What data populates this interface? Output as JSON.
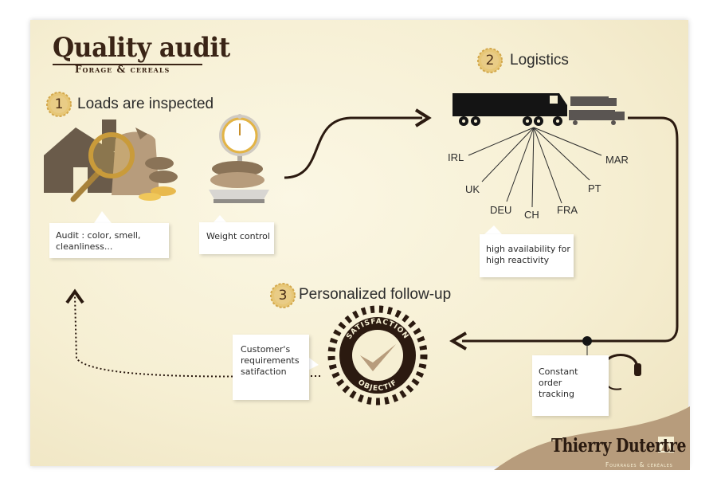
{
  "header": {
    "title": "Quality audit",
    "subtitle": "Forage & cereals"
  },
  "steps": [
    {
      "number": "1",
      "label": "Loads are inspected"
    },
    {
      "number": "2",
      "label": "Logistics"
    },
    {
      "number": "3",
      "label": "Personalized follow-up"
    }
  ],
  "notes": {
    "audit": "Audit : color, smell,\ncleanliness...",
    "weight": "Weight control",
    "availability": "high availability for\nhigh reactivity",
    "tracking": "Constant\norder\ntracking",
    "customer": "Customer's\nrequirements\nsatifaction"
  },
  "countries": [
    "IRL",
    "UK",
    "DEU",
    "CH",
    "FRA",
    "PT",
    "MAR"
  ],
  "seal": {
    "top_text": "SATISFACTION",
    "bottom_text": "OBJECTIF"
  },
  "brand": {
    "name": "Thierry Dutertre",
    "tagline": "Fourrages & céréales"
  },
  "colors": {
    "dark_brown": "#3a2416",
    "gold": "#d9b25a",
    "cream": "#f6efd3",
    "beige": "#b79c7c"
  },
  "icons": [
    "house-icon",
    "magnifier-icon",
    "sack-icon",
    "scale-icon",
    "truck-icon",
    "headset-icon",
    "seal-icon"
  ]
}
